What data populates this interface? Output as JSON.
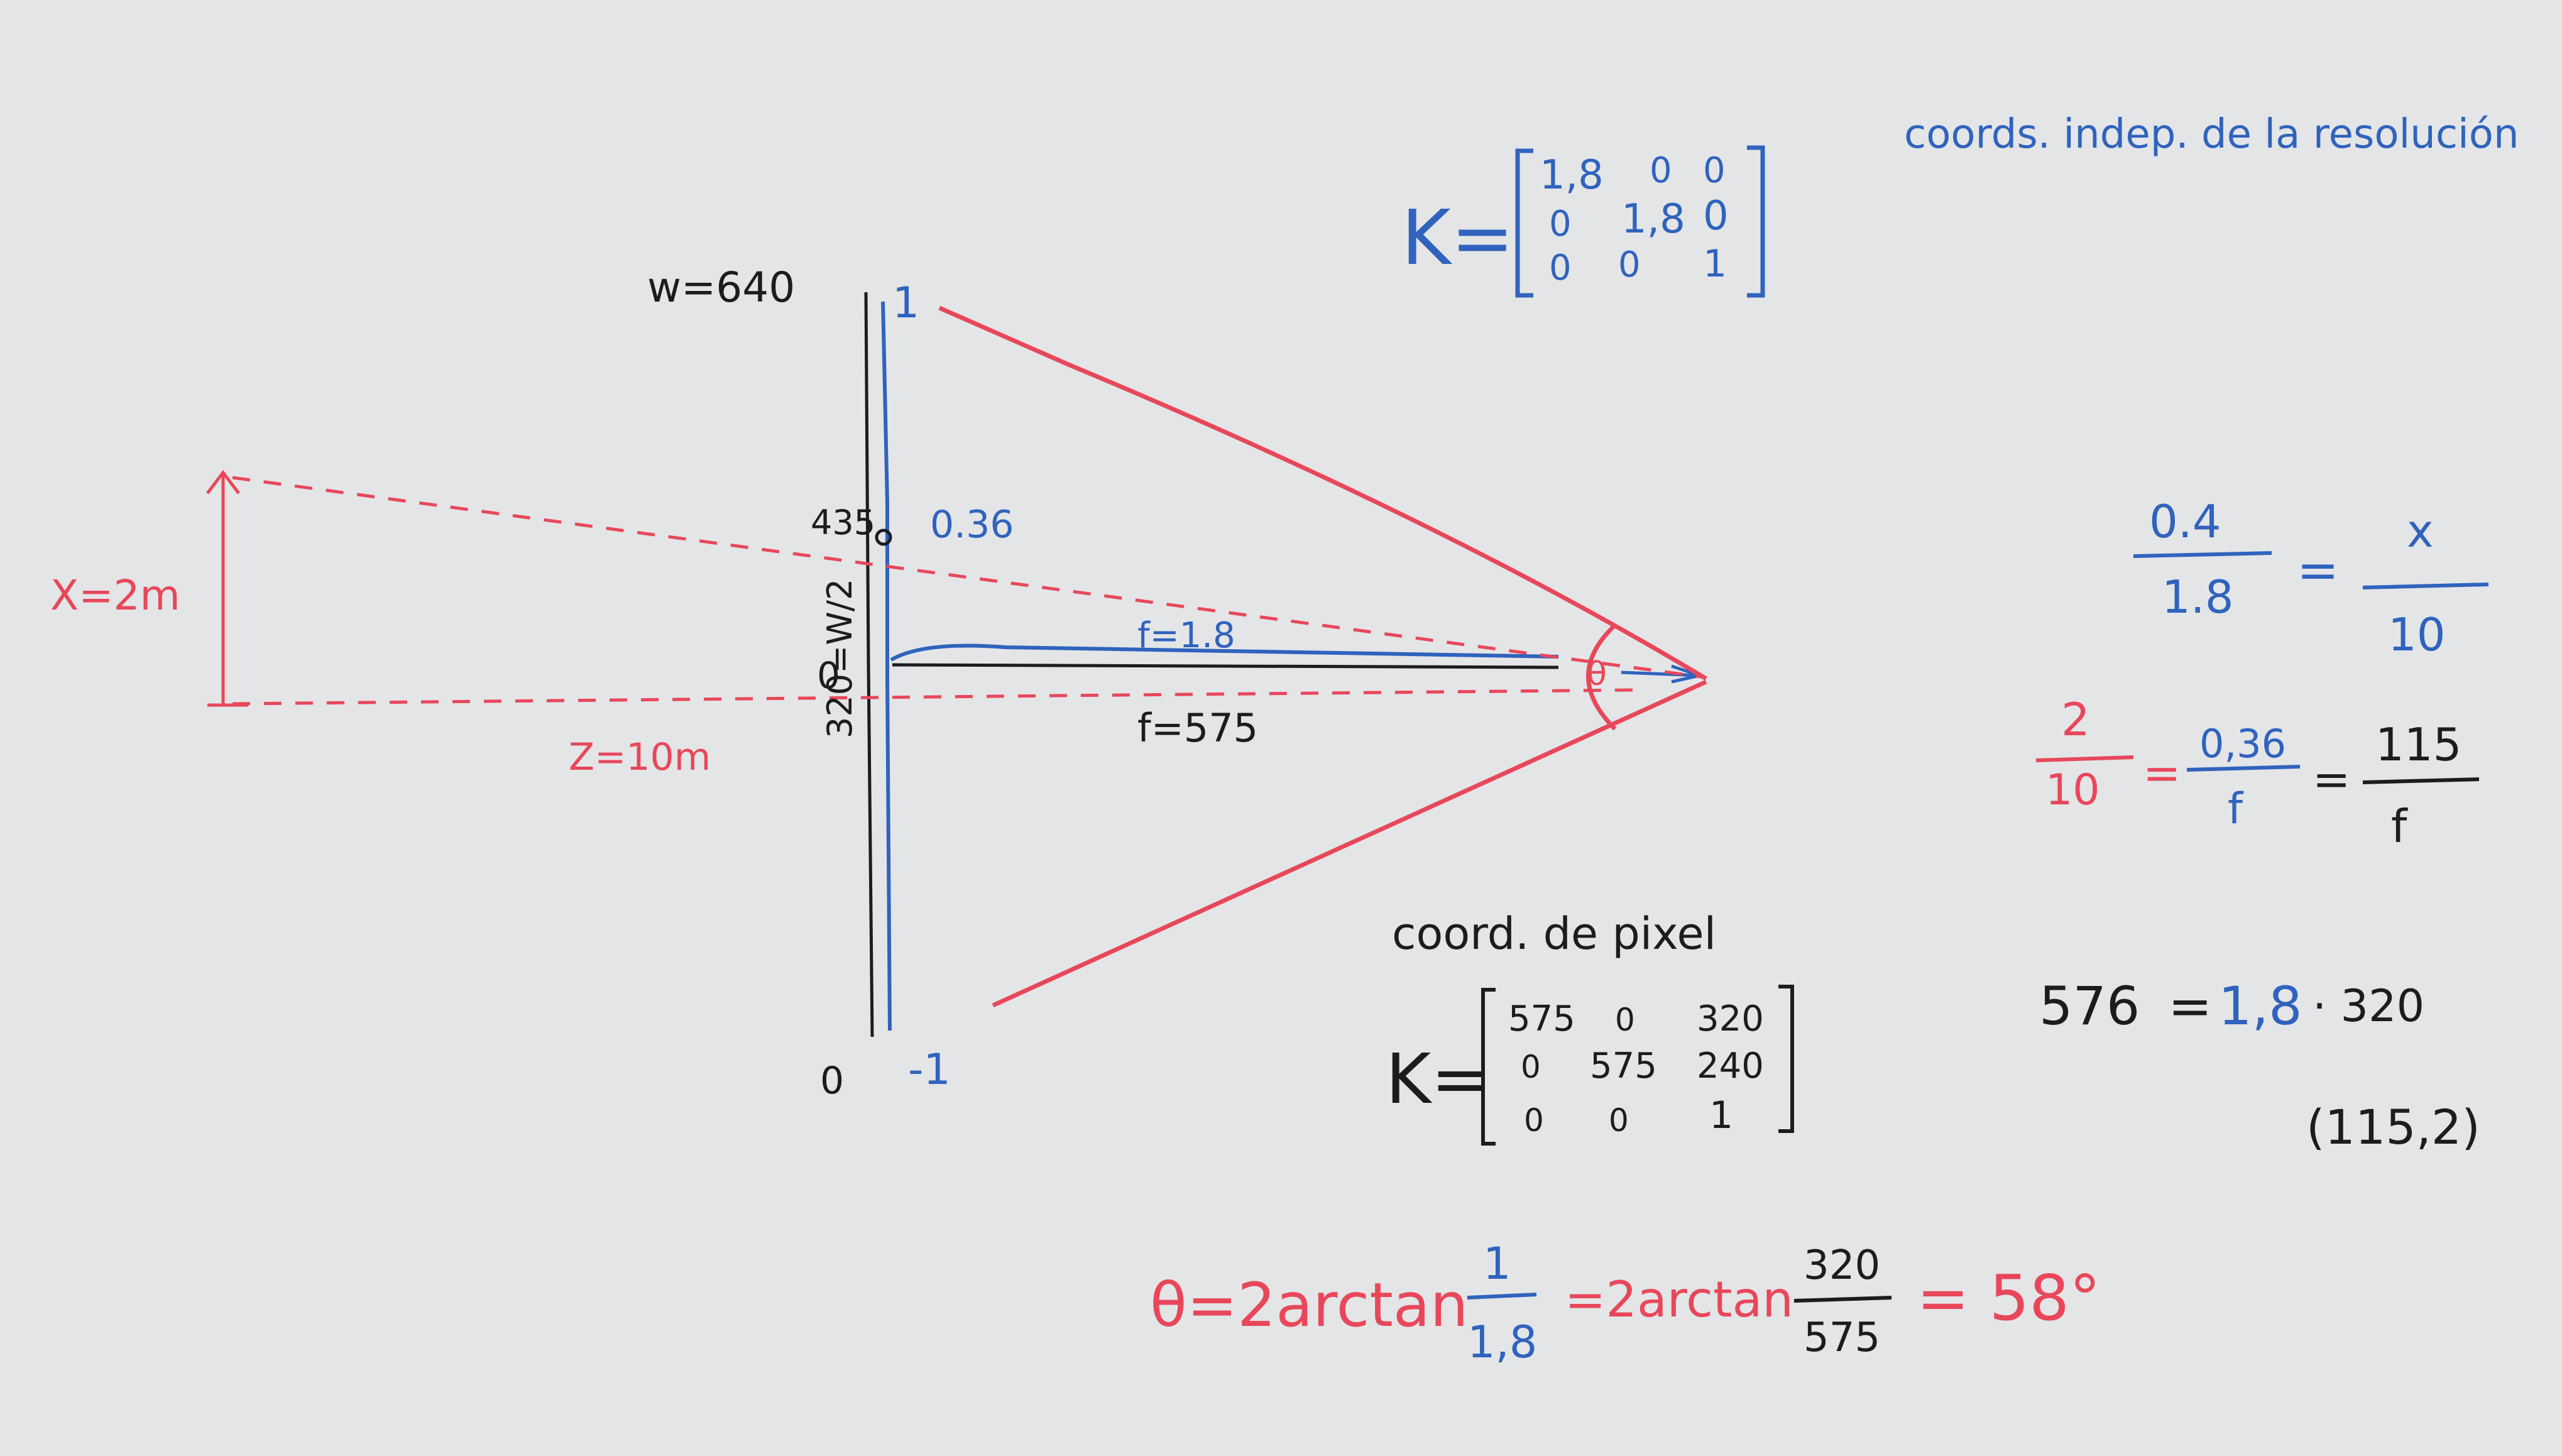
{
  "colors": {
    "board": "#e4e5e7",
    "black": "#1c1c1f",
    "blue": "#2f63bd",
    "red": "#e8475a"
  },
  "camera_diagram": {
    "w_label": "w=640",
    "axis_label": "320=W/2",
    "value_435": "435",
    "value_0": "0",
    "norm_top": "1",
    "norm_036": "0.36",
    "norm_0": "0",
    "norm_bottom": "-1",
    "x_label": "X=2m",
    "z_label": "Z=10m",
    "f_norm": "f=1.8",
    "f_pixel": "f=575",
    "theta": "θ"
  },
  "top_right_note": "coords. indep. de la resolución",
  "k_normalized": {
    "lead": "K=",
    "rows": [
      [
        "1,8",
        "0",
        "0"
      ],
      [
        "0",
        "1,8",
        "0"
      ],
      [
        "0",
        "0",
        "1"
      ]
    ]
  },
  "pixel_coords": {
    "title": "coord. de pixel",
    "lead": "K=",
    "rows": [
      [
        "575",
        "0",
        "320"
      ],
      [
        "0",
        "575",
        "240"
      ],
      [
        "0",
        "0",
        "1"
      ]
    ]
  },
  "equations": {
    "eq1": {
      "n1": "0.4",
      "d1": "1.8",
      "n2": "x",
      "d2": "10"
    },
    "eq2": {
      "n1": "2",
      "d1": "10",
      "n2": "0,36",
      "d2": "f",
      "n3": "115",
      "d3": "f"
    },
    "eq3": {
      "a": "576",
      "b": "1,8",
      "c": "· 320"
    },
    "eq3_note": "(115,2)"
  },
  "theta_formula": {
    "lhs": "θ=2arctan",
    "f1_num": "1",
    "f1_den": "1,8",
    "mid": "=2arctan",
    "f2_num": "320",
    "f2_den": "575",
    "result": "= 58°"
  }
}
